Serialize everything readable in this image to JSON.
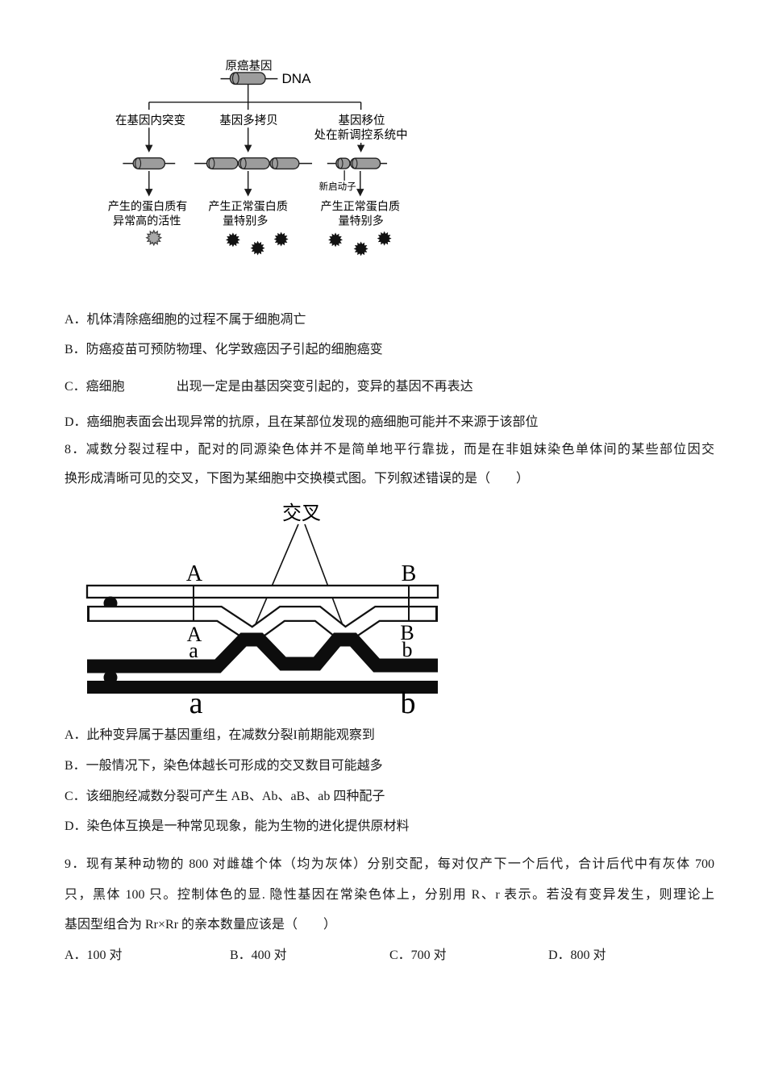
{
  "colors": {
    "cylinder_fill": "#9c9c9c",
    "protein_gray": "#a9a9a9",
    "protein_black": "#121212",
    "line": "#1a1a1a",
    "chromosome_black": "#0d0d0d"
  },
  "fig_oncogene": {
    "root_label": "原癌基因",
    "dna_label": "DNA",
    "branch1_label": "在基因内突变",
    "branch2_label": "基因多拷贝",
    "branch3_label_line1": "基因移位",
    "branch3_label_line2": "处在新调控系统中",
    "promoter_label": "新启动子",
    "result1_line1": "产生的蛋白质有",
    "result1_line2": "异常高的活性",
    "result2_line1": "产生正常蛋白质",
    "result2_line2": "量特别多",
    "result3_line1": "产生正常蛋白质",
    "result3_line2": "量特别多"
  },
  "q7": {
    "options": [
      "A．机体清除癌细胞的过程不属于细胞凋亡",
      "B．防癌疫苗可预防物理、化学致癌因子引起的细胞癌变",
      "C．癌细胞　　　　出现一定是由基因突变引起的，变异的基因不再表达",
      "D．癌细胞表面会出现异常的抗原，且在某部位发现的癌细胞可能并不来源于该部位"
    ]
  },
  "q8": {
    "stem_lines": [
      "8．减数分裂过程中，配对的同源染色体并不是简单地平行靠拢，而是在非姐妹染色单体间的某些部位因交",
      "换形成清晰可见的交叉，下图为某细胞中交换模式图。下列叙述错误的是（　　）"
    ],
    "options": [
      "A．此种变异属于基因重组，在减数分裂I前期能观察到",
      "B．一般情况下，染色体越长可形成的交叉数目可能越多",
      "C．该细胞经减数分裂可产生 AB、Ab、aB、ab 四种配子",
      "D．染色体互换是一种常见现象，能为生物的进化提供原材料"
    ]
  },
  "fig_crossover": {
    "title": "交叉",
    "allele_A_top": "A",
    "allele_B_top": "B",
    "allele_A_mid": "A",
    "allele_a_mid": "a",
    "allele_B_mid": "B",
    "allele_b_mid": "b",
    "allele_a_bottom": "a",
    "allele_b_bottom": "b"
  },
  "q9": {
    "stem_lines": [
      "9．现有某种动物的 800 对雌雄个体（均为灰体）分别交配，每对仅产下一个后代，合计后代中有灰体 700",
      "只，黑体 100 只。控制体色的显. 隐性基因在常染色体上，分别用 R、r 表示。若没有变异发生，则理论上",
      "基因型组合为 Rr×Rr 的亲本数量应该是（　　）"
    ],
    "options": [
      "A．100 对",
      "B．400 对",
      "C．700 对",
      "D．800 对"
    ]
  }
}
